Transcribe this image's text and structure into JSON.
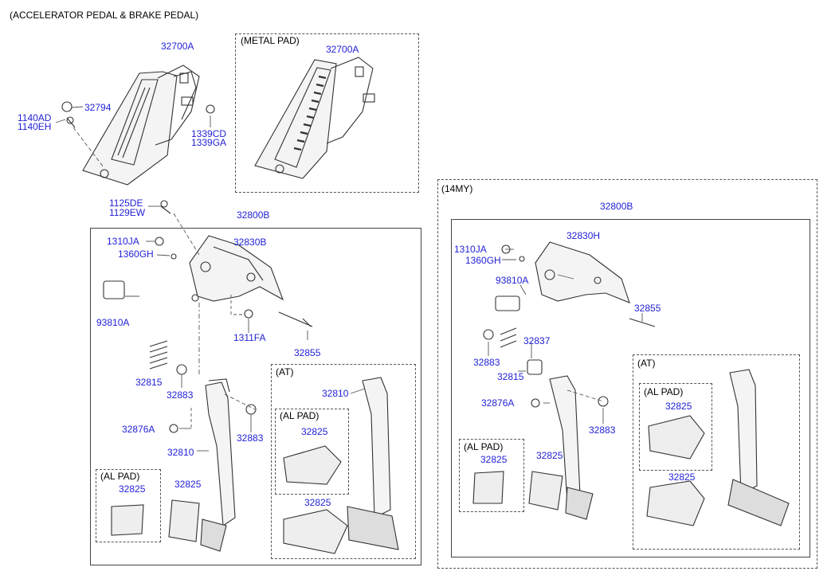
{
  "title": "(ACCELERATOR PEDAL & BRAKE PEDAL)",
  "groups": {
    "metal_pad": "(METAL PAD)",
    "at_1": "(AT)",
    "al_pad_1": "(AL PAD)",
    "al_pad_2": "(AL PAD)",
    "my14": "(14MY)",
    "at_2": "(AT)",
    "al_pad_3": "(AL PAD)",
    "al_pad_4": "(AL PAD)"
  },
  "labels": {
    "p32700a_1": "32700A",
    "p32700a_2": "32700A",
    "p32794": "32794",
    "p1140ad": "1140AD",
    "p1140eh": "1140EH",
    "p1339cd": "1339CD",
    "p1339ga": "1339GA",
    "p1125de": "1125DE",
    "p1129ew": "1129EW",
    "p32800b_1": "32800B",
    "p1310ja_1": "1310JA",
    "p1360gh_1": "1360GH",
    "p32830b": "32830B",
    "p93810a_1": "93810A",
    "p1311fa": "1311FA",
    "p32855_1": "32855",
    "p32815_1": "32815",
    "p32883_1": "32883",
    "p32876a_1": "32876A",
    "p32883_2": "32883",
    "p32810_1": "32810",
    "p32825_1": "32825",
    "p32825_2": "32825",
    "p32810_2": "32810",
    "p32825_3": "32825",
    "p32825_4": "32825",
    "p32800b_2": "32800B",
    "p1310ja_2": "1310JA",
    "p1360gh_2": "1360GH",
    "p32830h": "32830H",
    "p93810a_2": "93810A",
    "p32855_2": "32855",
    "p32883_3": "32883",
    "p32837": "32837",
    "p32815_2": "32815",
    "p32876a_2": "32876A",
    "p32883_4": "32883",
    "p32825_5": "32825",
    "p32825_6": "32825",
    "p32825_7": "32825",
    "p32825_8": "32825"
  },
  "colors": {
    "label": "#1f1fd6",
    "line": "#333333",
    "part_fill": "#f4f4f4"
  }
}
